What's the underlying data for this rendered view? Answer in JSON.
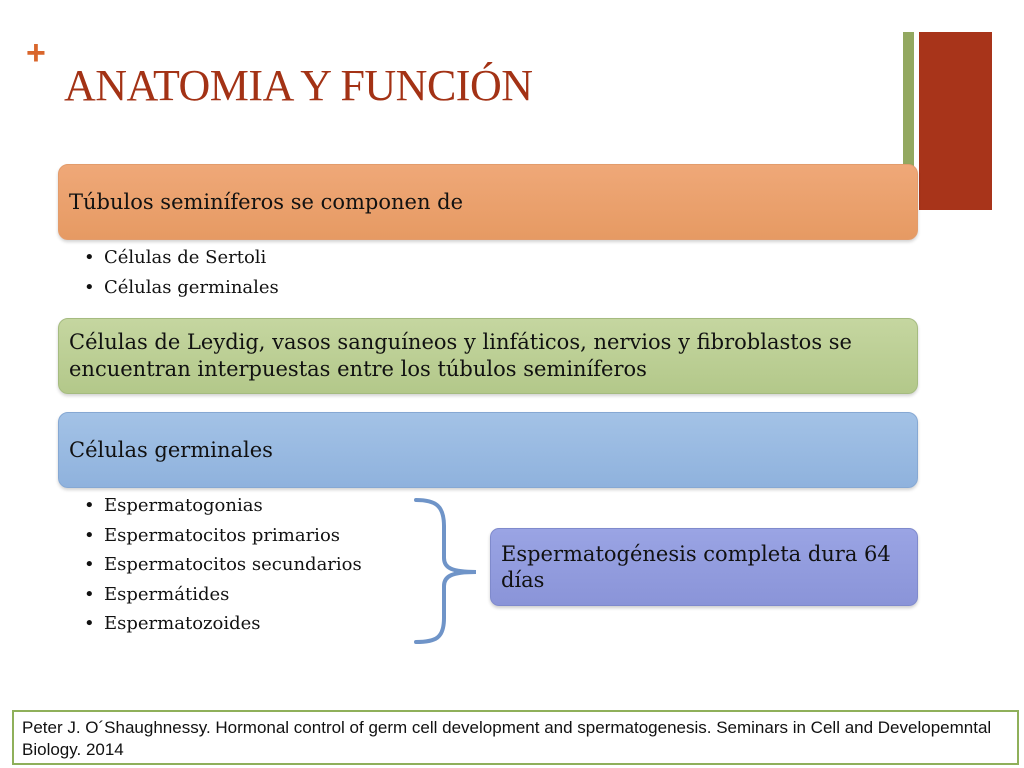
{
  "slide": {
    "plus_glyph": "+",
    "title": "ANATOMIA Y FUNCIÓN"
  },
  "colors": {
    "title": "#a33215",
    "plus": "#d9662c",
    "accent_green": "#93a860",
    "accent_red": "#a8341a",
    "box_orange": "#eaa06c",
    "box_green": "#bccf94",
    "box_blue": "#98b9e1",
    "box_purple": "#929ce0",
    "brace": "#6f94c8",
    "citation_border": "#8fb05a"
  },
  "sections": [
    {
      "heading": "Túbulos seminíferos se componen de",
      "items": [
        "Células de Sertoli",
        "Células germinales"
      ]
    },
    {
      "heading": "Células de Leydig, vasos sanguíneos y linfáticos, nervios y fibroblastos se encuentran interpuestas entre los túbulos seminíferos",
      "items": []
    },
    {
      "heading": "Células germinales",
      "items": [
        "Espermatogonias",
        "Espermatocitos primarios",
        "Espermatocitos secundarios",
        "Espermátides",
        "Espermatozoides"
      ]
    }
  ],
  "callout": {
    "text": "Espermatogénesis completa dura 64 días"
  },
  "citation": {
    "text": "Peter J. O´Shaughnessy. Hormonal control of germ cell development and spermatogenesis. Seminars in Cell and Developemntal Biology. 2014"
  }
}
